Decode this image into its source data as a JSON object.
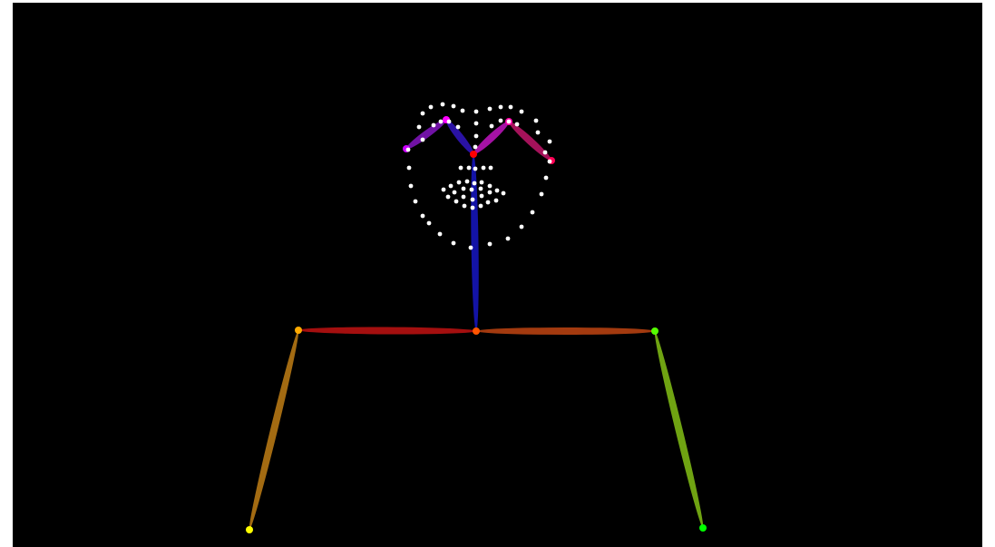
{
  "image": {
    "background": "#000000",
    "frame_color": "#ffffff"
  },
  "skeleton": {
    "limbs": [
      {
        "name": "neck",
        "color": "#1313a6"
      },
      {
        "name": "right-shoulder",
        "color": "#a40f0f"
      },
      {
        "name": "left-shoulder",
        "color": "#a33a0f"
      },
      {
        "name": "right-upper-arm",
        "color": "#a36b12"
      },
      {
        "name": "left-upper-arm",
        "color": "#6fa312"
      },
      {
        "name": "nose-to-right-eye",
        "color": "#2a12a4"
      },
      {
        "name": "right-eye-to-right-ear",
        "color": "#7012a4"
      },
      {
        "name": "nose-to-left-eye",
        "color": "#a412a4"
      },
      {
        "name": "left-eye-to-left-ear",
        "color": "#a4125a"
      }
    ],
    "joints": [
      {
        "name": "neck",
        "color": "#ff5500"
      },
      {
        "name": "right-shoulder",
        "color": "#ffaa00"
      },
      {
        "name": "left-shoulder",
        "color": "#55ff00"
      },
      {
        "name": "right-elbow",
        "color": "#ffff00"
      },
      {
        "name": "left-elbow",
        "color": "#00ff00"
      },
      {
        "name": "nose",
        "color": "#ff0000"
      },
      {
        "name": "right-eye",
        "color": "#ff00ff"
      },
      {
        "name": "left-eye",
        "color": "#ff00aa"
      },
      {
        "name": "right-ear",
        "color": "#cc00ff"
      },
      {
        "name": "left-ear",
        "color": "#ff0055"
      }
    ]
  },
  "face_landmarks": {
    "color": "#ffffff"
  }
}
